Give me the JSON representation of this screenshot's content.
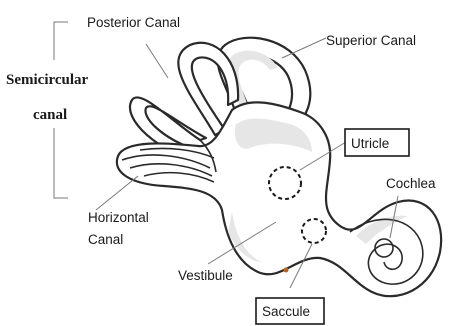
{
  "labels": {
    "posterior_canal": "Posterior Canal",
    "superior_canal": "Superior Canal",
    "semicircular_line1": "Semicircular",
    "semicircular_line2": "canal",
    "utricle": "Utricle",
    "cochlea": "Cochlea",
    "horizontal_line1": "Horizontal",
    "horizontal_line2": "Canal",
    "vestibule": "Vestibule",
    "saccule": "Saccule"
  },
  "colors": {
    "outline": "#2a2a2a",
    "shading": "#e6e6e6",
    "text": "#1a1a1a",
    "leader": "#7a7a7a",
    "dot": "#b5651d"
  }
}
